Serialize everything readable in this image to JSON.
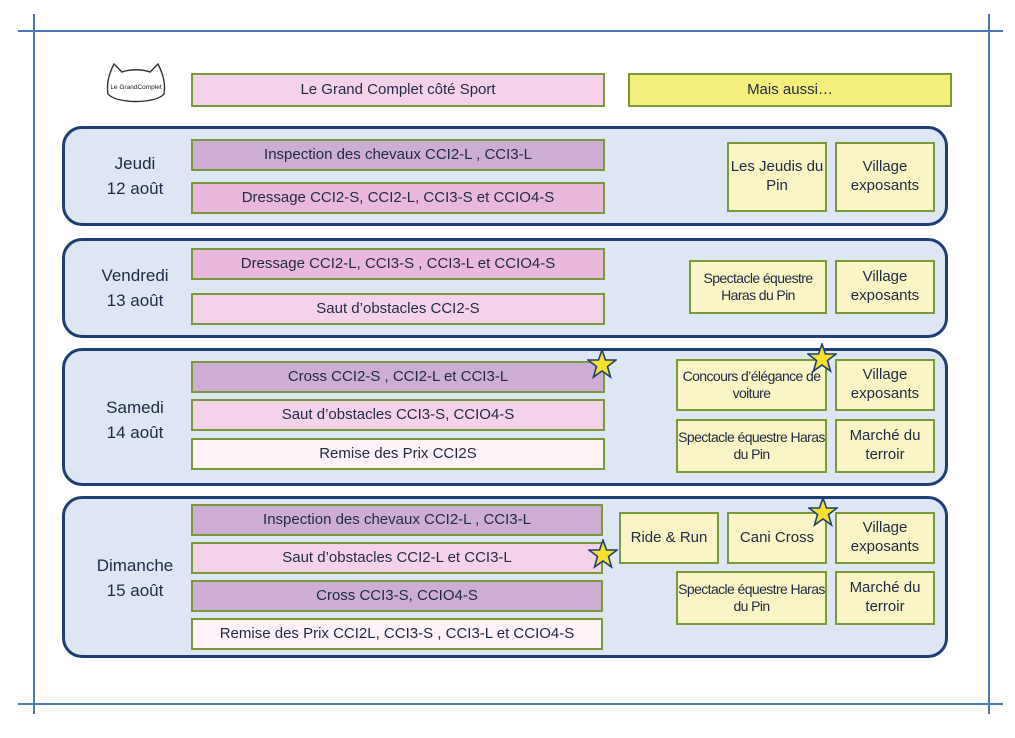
{
  "logo": {
    "text": "Le GrandComplet"
  },
  "header": {
    "sport": "Le Grand Complet côté Sport",
    "also": "Mais aussi…"
  },
  "days": [
    {
      "name": "Jeudi",
      "date": "12 août",
      "sport": [
        "Inspection des chevaux CCI2-L , CCI3-L",
        "Dressage CCI2-S, CCI2-L, CCI3-S et CCIO4-S"
      ],
      "extras": [
        "Les Jeudis du Pin",
        "Village exposants"
      ]
    },
    {
      "name": "Vendredi",
      "date": "13 août",
      "sport": [
        "Dressage CCI2-L, CCI3-S , CCI3-L et CCIO4-S",
        "Saut d’obstacles CCI2-S"
      ],
      "extras": [
        "Spectacle équestre Haras du Pin",
        "Village exposants"
      ]
    },
    {
      "name": "Samedi",
      "date": "14 août",
      "sport": [
        "Cross CCI2-S , CCI2-L et CCI3-L",
        "Saut d’obstacles CCI3-S, CCIO4-S",
        "Remise des Prix CCI2S"
      ],
      "extras": [
        "Concours d’élégance de voiture",
        "Village exposants",
        "Spectacle équestre Haras du Pin",
        "Marché du terroir"
      ]
    },
    {
      "name": "Dimanche",
      "date": "15 août",
      "sport": [
        "Inspection des chevaux CCI2-L , CCI3-L",
        "Saut d’obstacles CCI2-L et CCI3-L",
        "Cross CCI3-S, CCIO4-S",
        "Remise des Prix CCI2L, CCI3-S , CCI3-L et CCIO4-S"
      ],
      "extras": [
        "Ride & Run",
        "Cani Cross",
        "Village exposants",
        "Spectacle équestre Haras du Pin",
        "Marché du terroir"
      ]
    }
  ],
  "colors": {
    "frame": "#4a78b8",
    "panel_border": "#1f3f74",
    "panel_fill": "#dde6f2",
    "box_border": "#7a9a3a",
    "sport_dark": "#cdadd3",
    "sport_mid": "#e9b8dc",
    "sport_light": "#f4d3ea",
    "sport_white": "#fdf3f8",
    "also_header": "#f4ee7c",
    "extra_fill": "#faf5c6",
    "star": "#f5e02a"
  },
  "icons": [
    "fox-logo-icon",
    "star-icon"
  ]
}
